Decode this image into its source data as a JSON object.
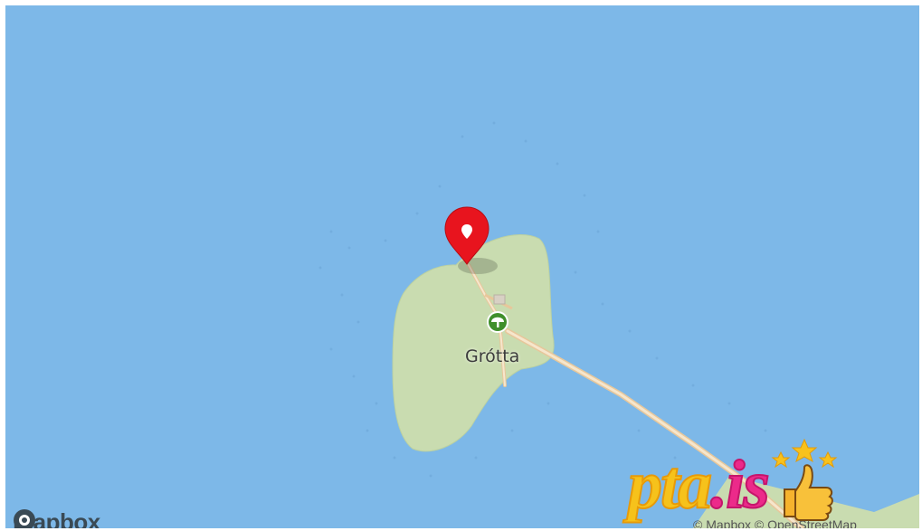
{
  "map": {
    "place_label": "Grótta",
    "colors": {
      "water": "#7db8e8",
      "land": "#c9dcb0",
      "road": "#f3d9b4",
      "pin": "#e8141e",
      "park_icon": "#3f8f2b"
    },
    "icons": [
      "map-pin-icon",
      "park-tree-icon",
      "lighthouse-icon",
      "mapbox-logo-icon",
      "thumbs-up-icon",
      "star-icon"
    ]
  },
  "branding": {
    "mapbox_wordmark": "mapbox",
    "attribution": "© Mapbox © OpenStreetMap",
    "watermark_main": "pta",
    "watermark_tail": ".is"
  }
}
